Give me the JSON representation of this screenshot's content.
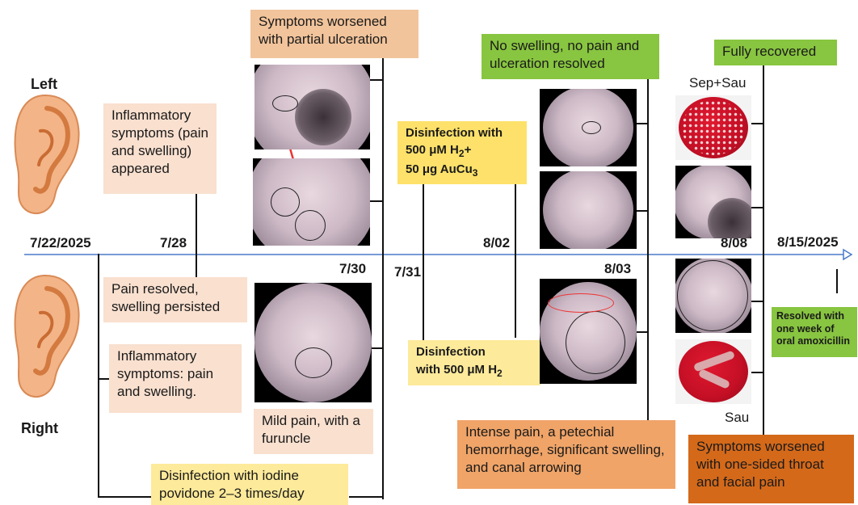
{
  "labels": {
    "left": "Left",
    "right": "Right",
    "sep_sau": "Sep+Sau",
    "sau": "Sau"
  },
  "dates": {
    "d1": "7/22/2025",
    "d2": "7/28",
    "d3": "7/30",
    "d4": "7/31",
    "d5": "8/02",
    "d6": "8/03",
    "d7": "8/08",
    "d8": "8/15/2025"
  },
  "events": {
    "left_inflam": "Inflammatory symptoms (pain and swelling) appeared",
    "left_worsened": "Symptoms worsened with partial ulceration",
    "disinfect_au_line1": "Disinfection with",
    "disinfect_au_conc": "500 μM H",
    "disinfect_au_plus": "+",
    "disinfect_au_amount": "50 μg AuCu",
    "left_no_swelling": "No swelling, no pain and ulceration resolved",
    "fully_recovered": "Fully recovered",
    "right_pain_resolved": "Pain resolved, swelling persisted",
    "right_inflam": "Inflammatory symptoms: pain and swelling.",
    "right_mild_pain": "Mild pain, with a furuncle",
    "iodine": "Disinfection with iodine povidone 2–3 times/day",
    "disinfect_h2o2_line1": "Disinfection",
    "disinfect_h2o2_conc": "with 500 μM H",
    "right_intense": "Intense pain, a petechial hemorrhage, significant swelling, and canal arrowing",
    "right_throat": "Symptoms worsened with one-sided throat and facial pain",
    "amoxicillin": "Resolved with one week of oral amoxicillin"
  },
  "subscripts": {
    "two": "2",
    "three": "3"
  },
  "colors": {
    "timeline": "#4a7ac8",
    "peach": "#f9e0cf",
    "orange": "#f0a468",
    "dark_orange": "#d4691a",
    "green": "#88c540",
    "yellow": "#fde16a"
  }
}
